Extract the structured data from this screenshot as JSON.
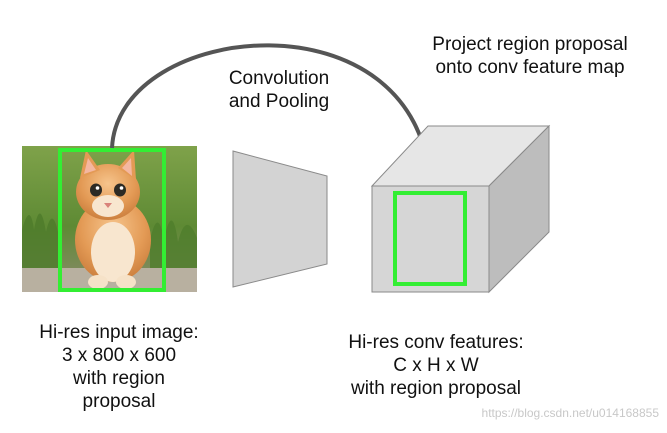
{
  "labels": {
    "conv_pool": [
      "Convolution",
      "and Pooling"
    ],
    "project": [
      "Project region proposal",
      "onto conv feature map"
    ],
    "input_image": [
      "Hi-res input image:",
      "3 x 800 x 600",
      "with region",
      "proposal"
    ],
    "conv_features": [
      "Hi-res conv features:",
      "C x H x W",
      "with region proposal"
    ]
  },
  "watermark": "https://blog.csdn.net/u014168855",
  "icons": {
    "input_photo": "kitten-photo",
    "arrow": "curved-arrow-icon",
    "conv_block": "trapezoid-filter-shape",
    "feature_map": "3d-box-shape"
  },
  "colors": {
    "region_box": "#33ee33",
    "arrow": "#555555",
    "box_front": "#d6d6d6",
    "box_top": "#e6e6e6",
    "box_side": "#bdbdbd",
    "trapezoid": "#d3d3d3"
  }
}
